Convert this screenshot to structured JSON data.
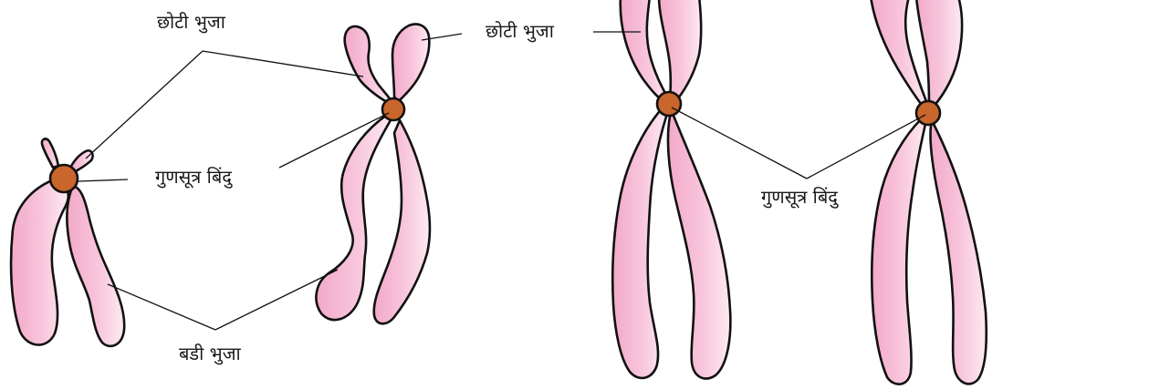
{
  "labels": {
    "short_arm": "छोटी भुजा",
    "centromere": "गुणसूत्र बिंदु",
    "long_arm": "बडी भुजा"
  },
  "colors": {
    "arm_fill": "#f6bcd6",
    "arm_fill_light": "#fde7f1",
    "outline": "#111111",
    "centromere": "#c9662c"
  }
}
